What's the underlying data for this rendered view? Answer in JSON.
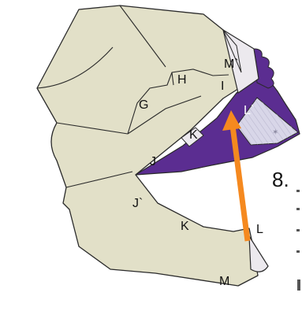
{
  "diagram": {
    "labels": {
      "m_prime": "M`",
      "h": "H",
      "i": "I",
      "g": "G",
      "l_prime": "L`",
      "k_upper": "K",
      "j": "J",
      "j_prime": "J`",
      "k_lower": "K",
      "l": "L",
      "m": "M"
    },
    "step_number": "8.",
    "colors": {
      "paper": "#e2e0c8",
      "outline": "#2a2a2a",
      "folded_flap": "#5b2d91",
      "flap_underside": "#d8d6e8",
      "arrow": "#f5891f",
      "corner_flap": "#ece9ee"
    },
    "arrow_direction": "up"
  }
}
